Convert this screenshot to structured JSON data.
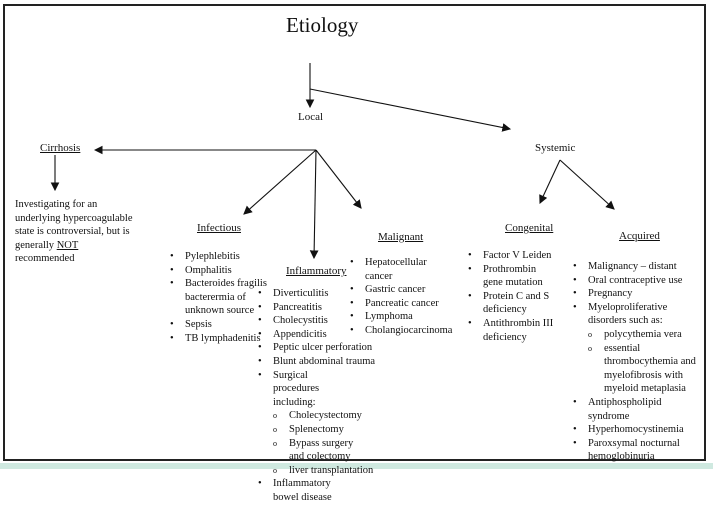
{
  "title": "Etiology",
  "local": "Local",
  "systemic": "Systemic",
  "cirrhosis": {
    "heading": "Cirrhosis",
    "note_lines": [
      "Investigating for an",
      "underlying hypercoagulable",
      "state is controversial, but is"
    ],
    "note_pre": "generally ",
    "note_emph": "NOT",
    "note_end": "recommended"
  },
  "infectious": {
    "heading": "Infectious",
    "items": [
      "Pylephlebitis",
      "Omphalitis",
      "Bacteroides fragilis bacterermia of unknown source",
      "Sepsis",
      "TB lymphadenitis"
    ]
  },
  "malignant": {
    "heading": "Malignant",
    "items": [
      "Hepatocellular cancer",
      "Gastric cancer",
      "Pancreatic cancer",
      "Lymphoma",
      "Cholangiocarcinoma"
    ]
  },
  "inflammatory": {
    "heading": "Inflammatory",
    "items": [
      "Diverticulitis",
      "Pancreatitis",
      "Cholecystitis",
      "Appendicitis",
      "Peptic ulcer perforation",
      "Blunt abdominal trauma",
      "Surgical procedures including:"
    ],
    "sub": [
      "Cholecystectomy",
      "Splenectomy",
      "Bypass surgery and colectomy",
      "liver transplantation"
    ],
    "last": "Inflammatory bowel disease"
  },
  "congenital": {
    "heading": "Congenital",
    "items": [
      "Factor V Leiden",
      "Prothrombin gene mutation",
      "Protein C and S deficiency",
      "Antithrombin III deficiency"
    ]
  },
  "acquired": {
    "heading": "Acquired",
    "items": [
      "Malignancy – distant",
      "Oral contraceptive use",
      "Pregnancy",
      "Myeloproliferative disorders such as:"
    ],
    "sub": [
      "polycythemia vera",
      "essential thrombocythemia and myelofibrosis with myeloid metaplasia"
    ],
    "rest": [
      "Antiphospholipid syndrome",
      "Hyperhomocystinemia",
      "Paroxsymal nocturnal hemoglobinuria"
    ]
  }
}
